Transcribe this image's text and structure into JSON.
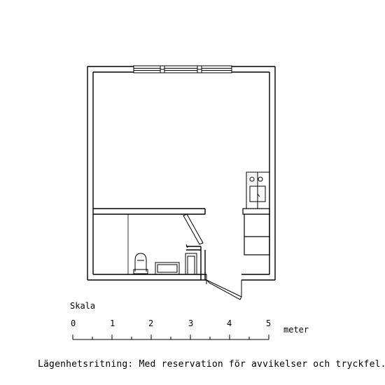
{
  "scale": {
    "label": "Skala",
    "ticks": [
      "0",
      "1",
      "2",
      "3",
      "4",
      "5"
    ],
    "unit": "meter"
  },
  "caption": "Lägenhetsritning: Med reservation för avvikelser och tryckfel."
}
